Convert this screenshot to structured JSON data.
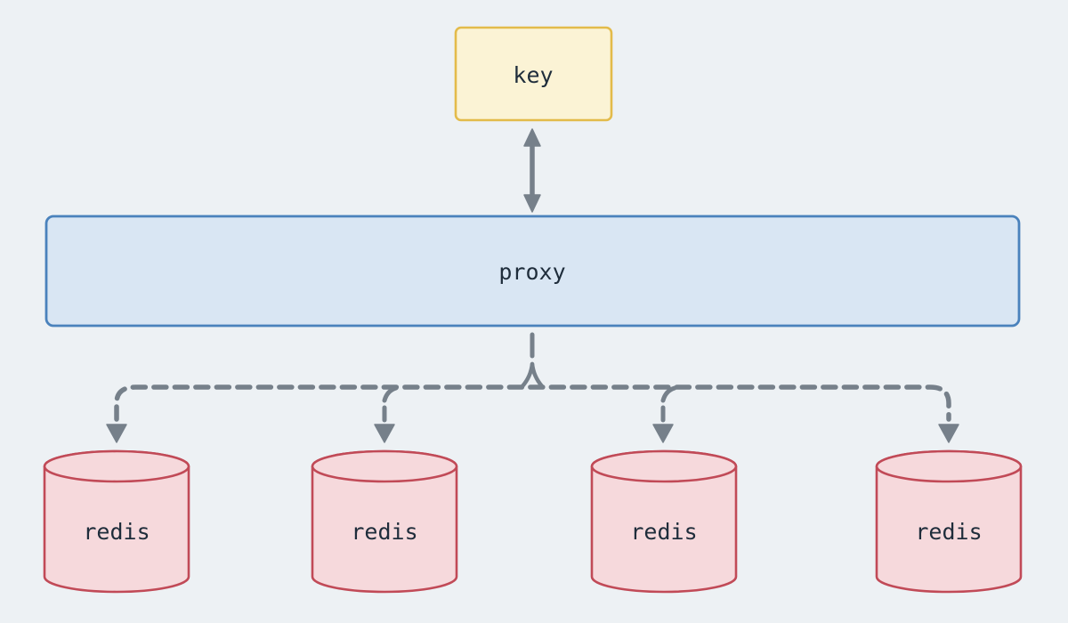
{
  "diagram": {
    "nodes": {
      "key": {
        "label": "key"
      },
      "proxy": {
        "label": "proxy"
      },
      "shards": [
        {
          "label": "redis"
        },
        {
          "label": "redis"
        },
        {
          "label": "redis"
        },
        {
          "label": "redis"
        }
      ]
    },
    "edges": [
      {
        "from": "key",
        "to": "proxy",
        "style": "solid",
        "direction": "bidirectional"
      },
      {
        "from": "proxy",
        "to": "shard-1",
        "style": "dashed",
        "direction": "down"
      },
      {
        "from": "proxy",
        "to": "shard-2",
        "style": "dashed",
        "direction": "down"
      },
      {
        "from": "proxy",
        "to": "shard-3",
        "style": "dashed",
        "direction": "down"
      },
      {
        "from": "proxy",
        "to": "shard-4",
        "style": "dashed",
        "direction": "down"
      }
    ],
    "colors": {
      "background": "#edf1f4",
      "key_fill": "#fbf3d5",
      "key_border": "#e3bb4a",
      "proxy_fill": "#d9e6f3",
      "proxy_border": "#4a82bc",
      "redis_fill": "#f6d9dc",
      "redis_border": "#c14a57",
      "connector": "#76808a",
      "text_color": "#1f2d3b"
    }
  }
}
